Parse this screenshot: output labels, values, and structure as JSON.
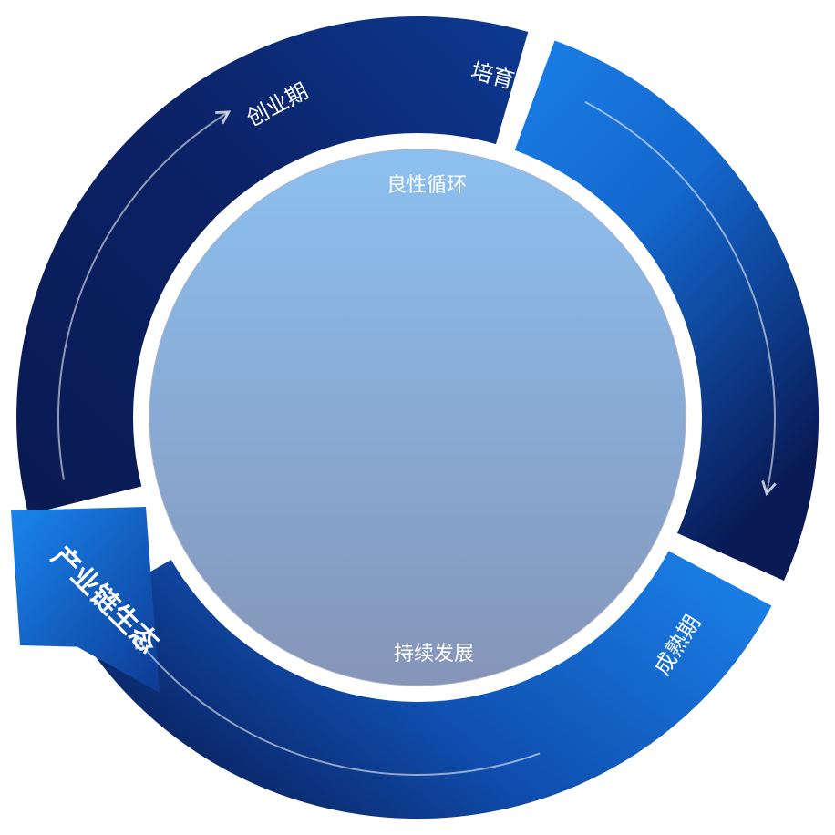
{
  "diagram": {
    "stages": [
      {
        "label": "创业期"
      },
      {
        "label": "培育期"
      },
      {
        "label": "成熟期"
      }
    ],
    "center": {
      "top_label": "良性循环",
      "bottom_label": "持续发展"
    },
    "title": "产业链生态",
    "colors": {
      "dark_navy": "#0a1a52",
      "bright_blue": "#1a7fe6",
      "mid_blue": "#0d3f99",
      "center_top": "#8cc0f0",
      "center_bottom": "#8595b8"
    }
  }
}
